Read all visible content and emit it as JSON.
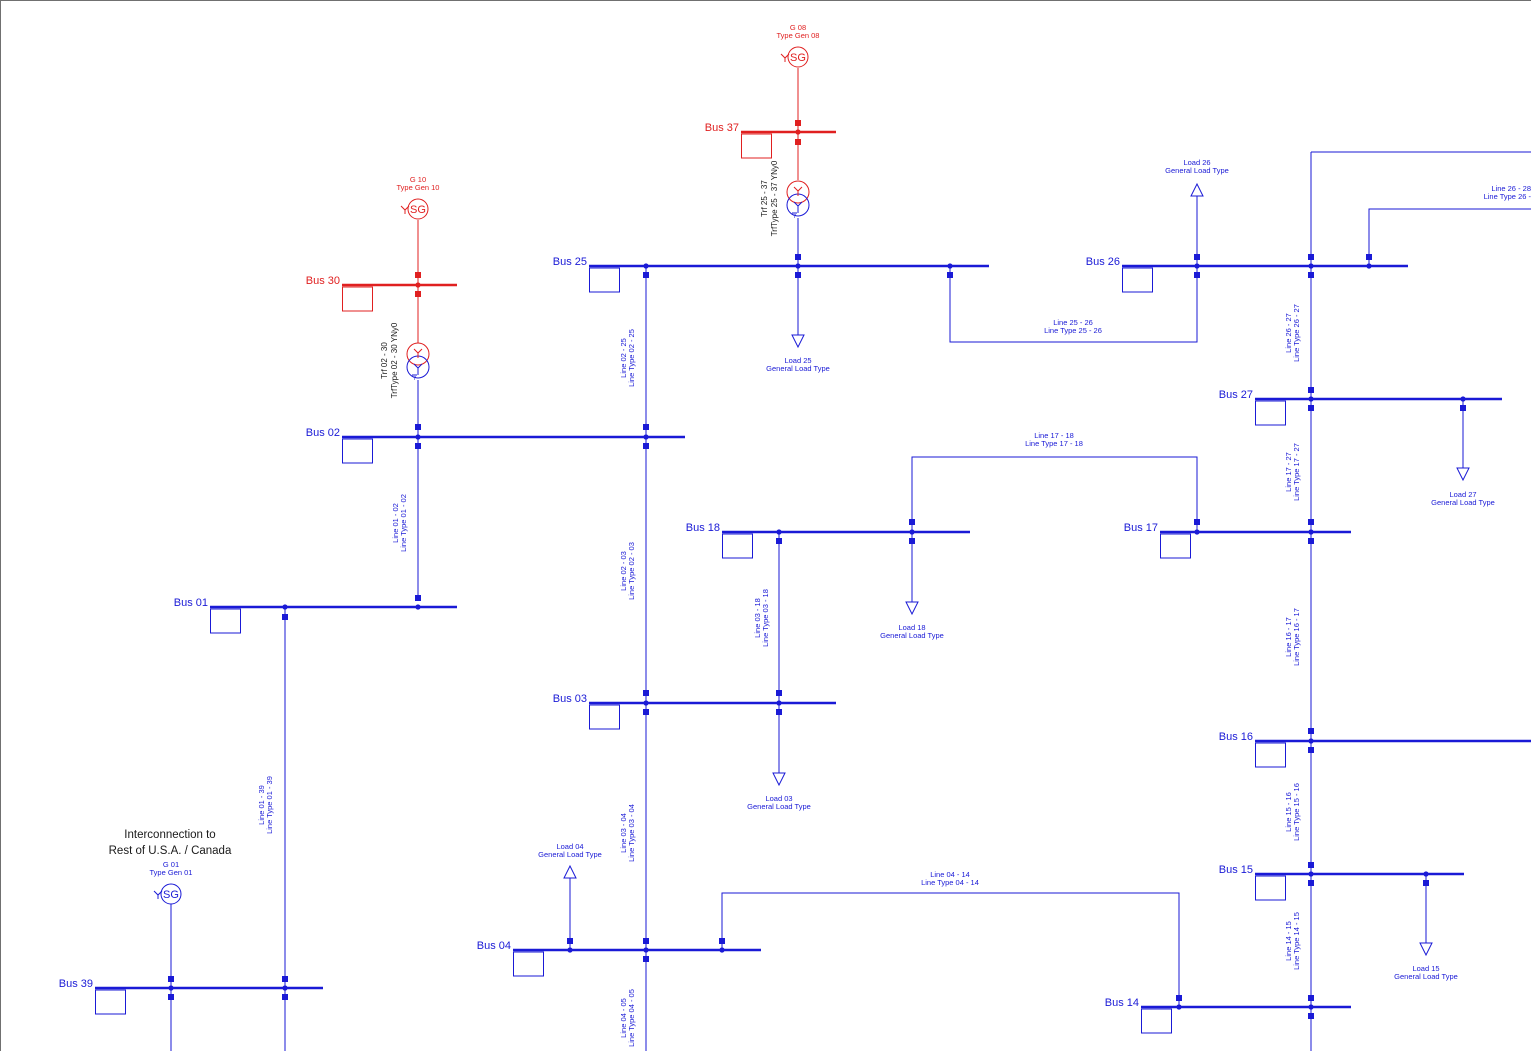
{
  "colors": {
    "network": "#1a1ad6",
    "generator": "#e02020",
    "text": "#1a1a1a",
    "border": "#707070"
  },
  "annotation": {
    "line1": "Interconnection to",
    "line2": "Rest of U.S.A. / Canada"
  },
  "buses": [
    {
      "id": "b39",
      "label": "Bus 39",
      "color": "network"
    },
    {
      "id": "b01",
      "label": "Bus 01",
      "color": "network"
    },
    {
      "id": "b02",
      "label": "Bus 02",
      "color": "network"
    },
    {
      "id": "b30",
      "label": "Bus 30",
      "color": "generator"
    },
    {
      "id": "b25",
      "label": "Bus 25",
      "color": "network"
    },
    {
      "id": "b37",
      "label": "Bus 37",
      "color": "generator"
    },
    {
      "id": "b26",
      "label": "Bus 26",
      "color": "network"
    },
    {
      "id": "b27",
      "label": "Bus 27",
      "color": "network"
    },
    {
      "id": "b18",
      "label": "Bus 18",
      "color": "network"
    },
    {
      "id": "b17",
      "label": "Bus 17",
      "color": "network"
    },
    {
      "id": "b03",
      "label": "Bus 03",
      "color": "network"
    },
    {
      "id": "b16",
      "label": "Bus 16",
      "color": "network"
    },
    {
      "id": "b15",
      "label": "Bus 15",
      "color": "network"
    },
    {
      "id": "b04",
      "label": "Bus 04",
      "color": "network"
    },
    {
      "id": "b14",
      "label": "Bus 14",
      "color": "network"
    }
  ],
  "generators": [
    {
      "id": "g01",
      "name": "G 01",
      "type": "Type Gen 01",
      "symbol": "SG",
      "color": "network"
    },
    {
      "id": "g10",
      "name": "G 10",
      "type": "Type Gen 10",
      "symbol": "SG",
      "color": "generator"
    },
    {
      "id": "g08",
      "name": "G 08",
      "type": "Type Gen 08",
      "symbol": "SG",
      "color": "generator"
    }
  ],
  "transformers": [
    {
      "id": "t0230",
      "name": "Trf 02 - 30",
      "type": "TrfType 02 - 30 YNy0"
    },
    {
      "id": "t2537",
      "name": "Trf 25 - 37",
      "type": "TrfType 25 - 37 YNy0"
    }
  ],
  "lines": [
    {
      "id": "l0102",
      "name": "Line 01 - 02",
      "type": "Line Type 01 - 02"
    },
    {
      "id": "l0139",
      "name": "Line 01 - 39",
      "type": "Line Type 01 - 39"
    },
    {
      "id": "l0225",
      "name": "Line 02 - 25",
      "type": "Line Type 02 - 25"
    },
    {
      "id": "l0203",
      "name": "Line 02 - 03",
      "type": "Line Type 02 - 03"
    },
    {
      "id": "l0318",
      "name": "Line 03 - 18",
      "type": "Line Type 03 - 18"
    },
    {
      "id": "l0304",
      "name": "Line 03 - 04",
      "type": "Line Type 03 - 04"
    },
    {
      "id": "l0405",
      "name": "Line 04 - 05",
      "type": "Line Type 04 - 05"
    },
    {
      "id": "l0414",
      "name": "Line 04 - 14",
      "type": "Line Type 04 - 14"
    },
    {
      "id": "l2526",
      "name": "Line 25 - 26",
      "type": "Line Type 25 - 26"
    },
    {
      "id": "l1718",
      "name": "Line 17 - 18",
      "type": "Line Type 17 - 18"
    },
    {
      "id": "l2627",
      "name": "Line 26 - 27",
      "type": "Line Type 26 - 27"
    },
    {
      "id": "l2628",
      "name": "Line 26 - 28",
      "type": "Line Type 26 -"
    },
    {
      "id": "l1727",
      "name": "Line 17 - 27",
      "type": "Line Type 17 - 27"
    },
    {
      "id": "l1617",
      "name": "Line 16 - 17",
      "type": "Line Type 16 - 17"
    },
    {
      "id": "l1516",
      "name": "Line 15 - 16",
      "type": "Line Type 15 - 16"
    },
    {
      "id": "l1415",
      "name": "Line 14 - 15",
      "type": "Line Type 14 - 15"
    }
  ],
  "loads": [
    {
      "id": "ld25",
      "name": "Load 25",
      "type": "General Load Type"
    },
    {
      "id": "ld26",
      "name": "Load 26",
      "type": "General Load Type"
    },
    {
      "id": "ld27",
      "name": "Load 27",
      "type": "General Load Type"
    },
    {
      "id": "ld18",
      "name": "Load 18",
      "type": "General Load Type"
    },
    {
      "id": "ld03",
      "name": "Load 03",
      "type": "General Load Type"
    },
    {
      "id": "ld04",
      "name": "Load 04",
      "type": "General Load Type"
    },
    {
      "id": "ld15",
      "name": "Load 15",
      "type": "General Load Type"
    }
  ]
}
